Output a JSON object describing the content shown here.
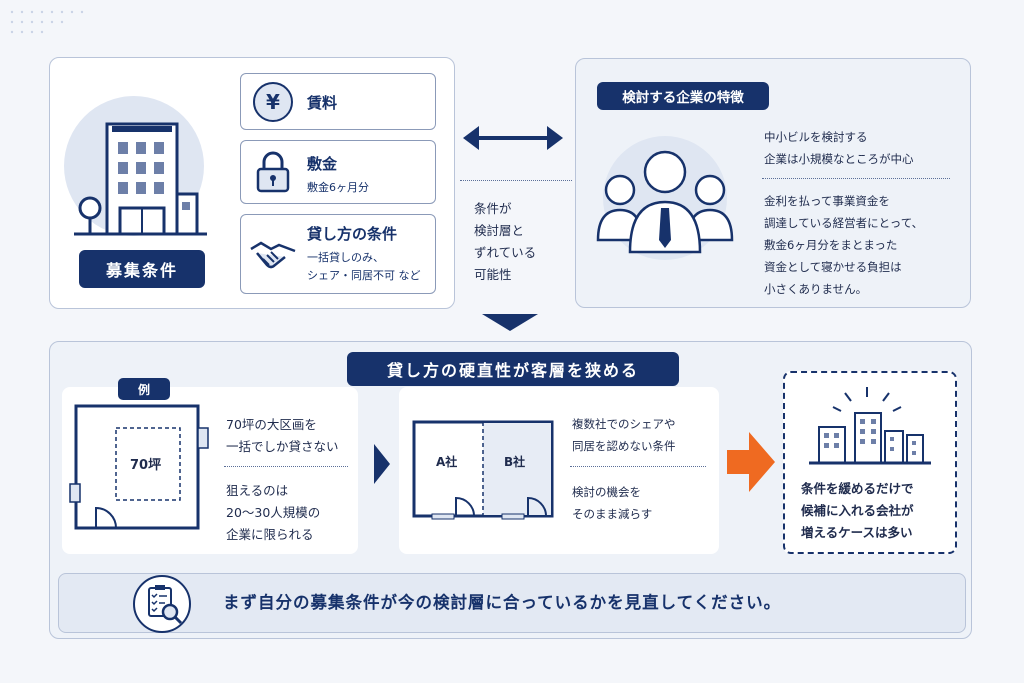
{
  "top_left": {
    "label": "募集条件",
    "items": [
      {
        "title": "賃料",
        "icon": "yen-icon"
      },
      {
        "title": "敷金",
        "sub": "敷金6ヶ月分",
        "icon": "lock-icon"
      },
      {
        "title": "貸し方の条件",
        "sub1": "一括貸しのみ、",
        "sub2": "シェア・同居不可 など",
        "icon": "handshake-icon"
      }
    ]
  },
  "middle": {
    "gap_text": [
      "条件が",
      "検討層と",
      "ずれている",
      "可能性"
    ]
  },
  "top_right": {
    "title": "検討する企業の特徴",
    "para1": [
      "中小ビルを検討する",
      "企業は小規模なところが中心"
    ],
    "para2": [
      "金利を払って事業資金を",
      "調達している経営者にとって、",
      "敷金6ヶ月分をまとまった",
      "資金として寝かせる負担は",
      "小さくありません。"
    ]
  },
  "bottom": {
    "title": "貸し方の硬直性が客層を狭める",
    "example_tag": "例",
    "room_label": "70坪",
    "ex_text1": [
      "70坪の大区画を",
      "一括でしか貸さない"
    ],
    "ex_text2": [
      "狙えるのは",
      "20〜30人規模の",
      "企業に限られる"
    ],
    "unit_a": "A社",
    "unit_b": "B社",
    "share_text1": [
      "複数社でのシェアや",
      "同居を認めない条件"
    ],
    "share_text2": [
      "検討の機会を",
      "そのまま減らす"
    ],
    "result_text": [
      "条件を緩めるだけで",
      "候補に入れる会社が",
      "増えるケースは多い"
    ],
    "footer": "まず自分の募集条件が今の検討層に合っているかを見直してください。"
  },
  "colors": {
    "navy": "#17326b",
    "orange": "#ef6a21",
    "pale": "#dfe6f2"
  }
}
